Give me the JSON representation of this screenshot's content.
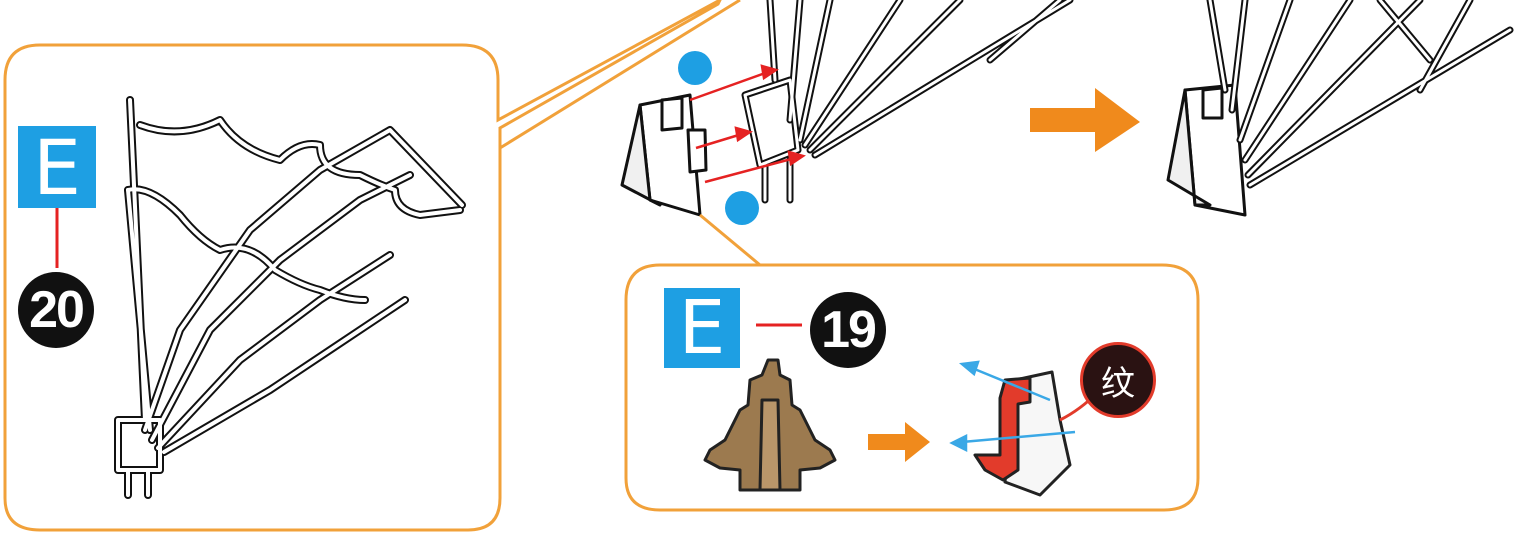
{
  "colors": {
    "callout_border": "#f1a13a",
    "part_letter_bg": "#1e9fe3",
    "direction_arrow": "#f08a1c",
    "insert_arrow": "#e52222",
    "slide_arrow": "#3aa8e6",
    "marker_dot": "#1e9fe3",
    "part_red": "#e23b2b",
    "part_brown": "#9c7a4f"
  },
  "left_callout": {
    "part_letter": "E",
    "part_number": "20"
  },
  "bottom_callout": {
    "part_letter": "E",
    "part_number": "19",
    "badge_text": "纹"
  },
  "icons": [
    "fan-frame-part",
    "base-bracket-part",
    "direction-arrow",
    "insert-arrow",
    "marker-dot"
  ]
}
